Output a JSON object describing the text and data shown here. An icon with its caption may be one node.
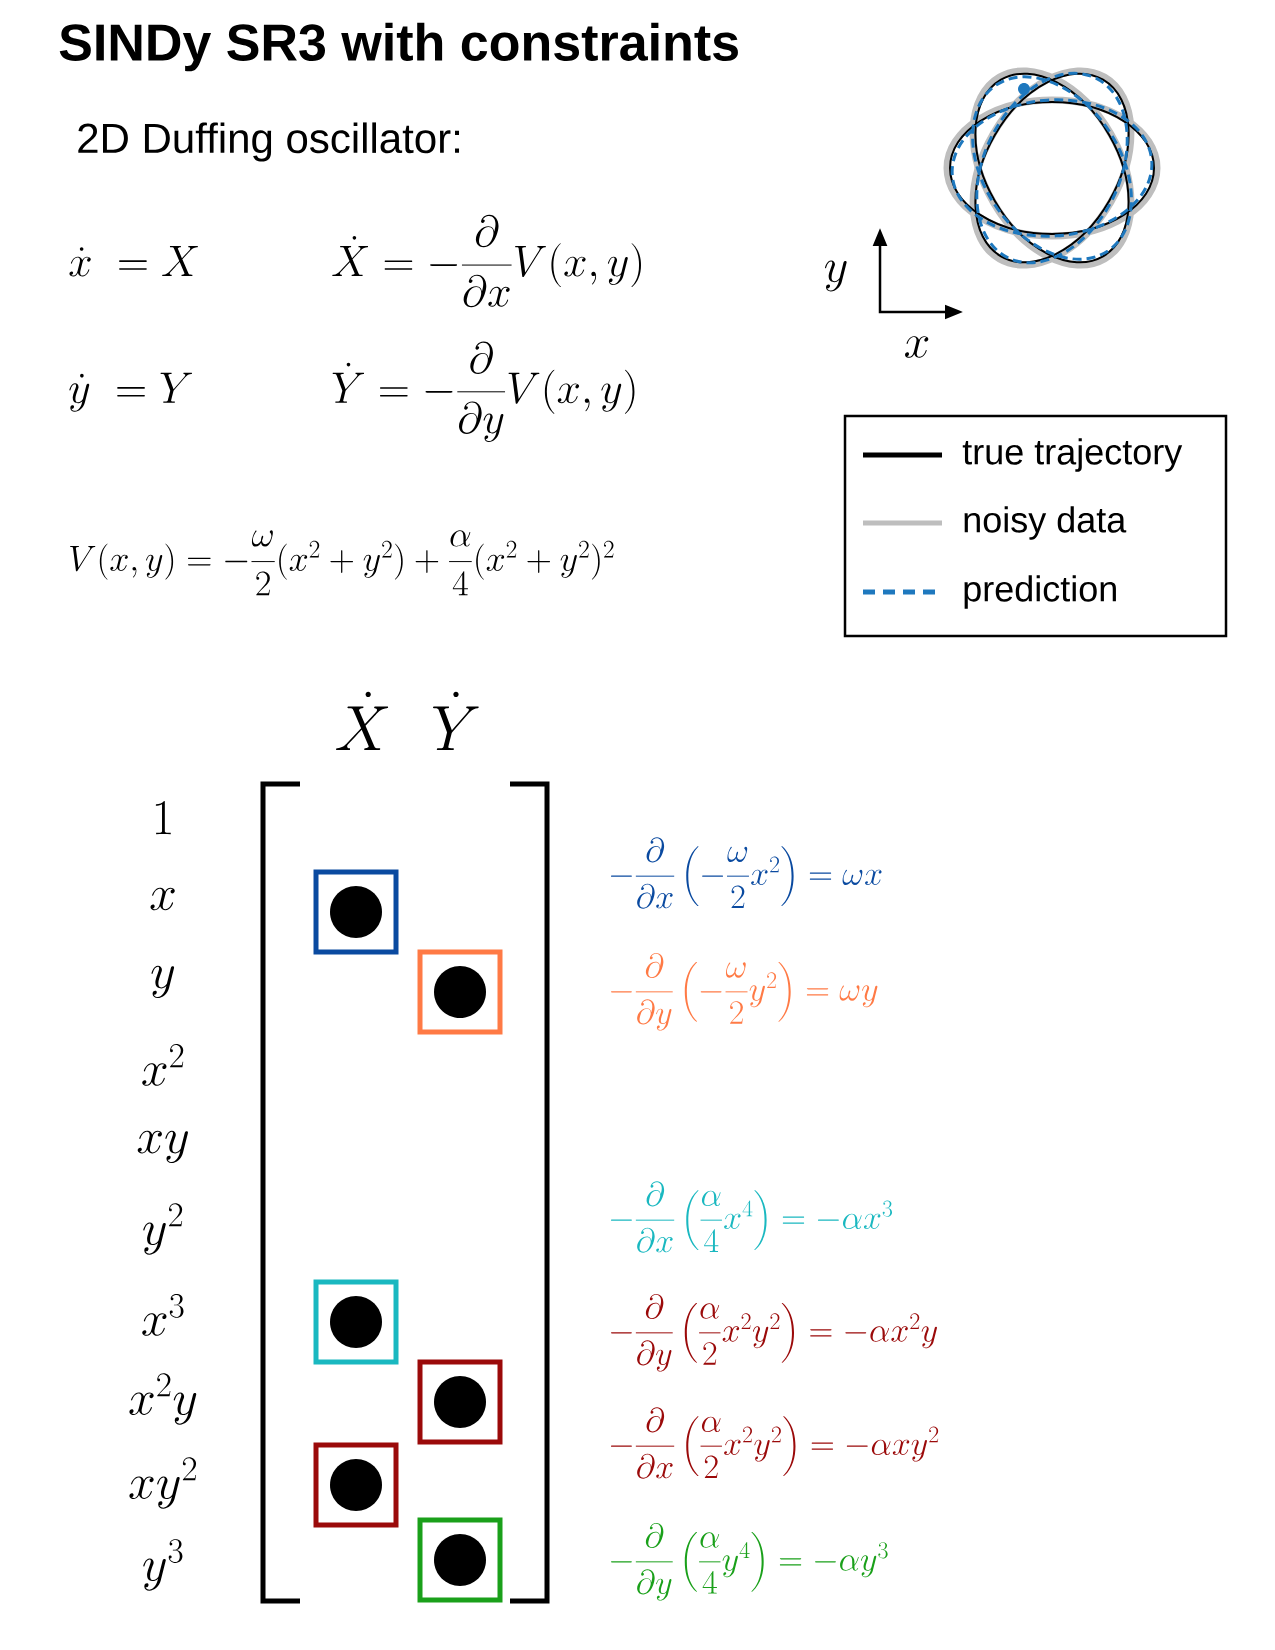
{
  "diagram": {
    "title": "SINDy SR3 with constraints",
    "labels": [
      "2D Duffing oscillator:",
      "\\dot{x}\\;=X",
      "\\dot{X}=-\\dfrac{\\partial}{\\partial x}V(x,y)",
      "\\dot{y}\\;=Y",
      "\\dot{Y}=-\\dfrac{\\partial}{\\partial y}V(x,y)",
      "V(x,y)=-\\dfrac{\\omega}{2}(x^2+y^2)+\\dfrac{\\alpha}{4}(x^2+y^2)^2",
      "y",
      "x",
      "\\dot{X}",
      "\\dot{Y}",
      "1",
      "x",
      "y",
      "x^2",
      "xy",
      "y^2",
      "x^3",
      "x^2y",
      "xy^2",
      "y^3",
      "-\\dfrac{\\partial}{\\partial x}\\left(-\\dfrac{\\omega}{2}x^2\\right)=\\omega x",
      "-\\dfrac{\\partial}{\\partial y}\\left(-\\dfrac{\\omega}{2}y^2\\right)=\\omega y",
      "-\\dfrac{\\partial}{\\partial x}\\left(\\dfrac{\\alpha}{4}x^4\\right)=-\\alpha x^3",
      "-\\dfrac{\\partial}{\\partial y}\\left(\\dfrac{\\alpha}{2}x^2y^2\\right)=-\\alpha x^2y",
      "-\\dfrac{\\partial}{\\partial x}\\left(\\dfrac{\\alpha}{2}x^2y^2\\right)=-\\alpha xy^2",
      "-\\dfrac{\\partial}{\\partial y}\\left(\\dfrac{\\alpha}{4}y^4\\right)=-\\alpha y^3"
    ],
    "legend": [
      {
        "text": "true trajectory"
      },
      {
        "text": "noisy data"
      },
      {
        "text": "prediction"
      }
    ]
  }
}
